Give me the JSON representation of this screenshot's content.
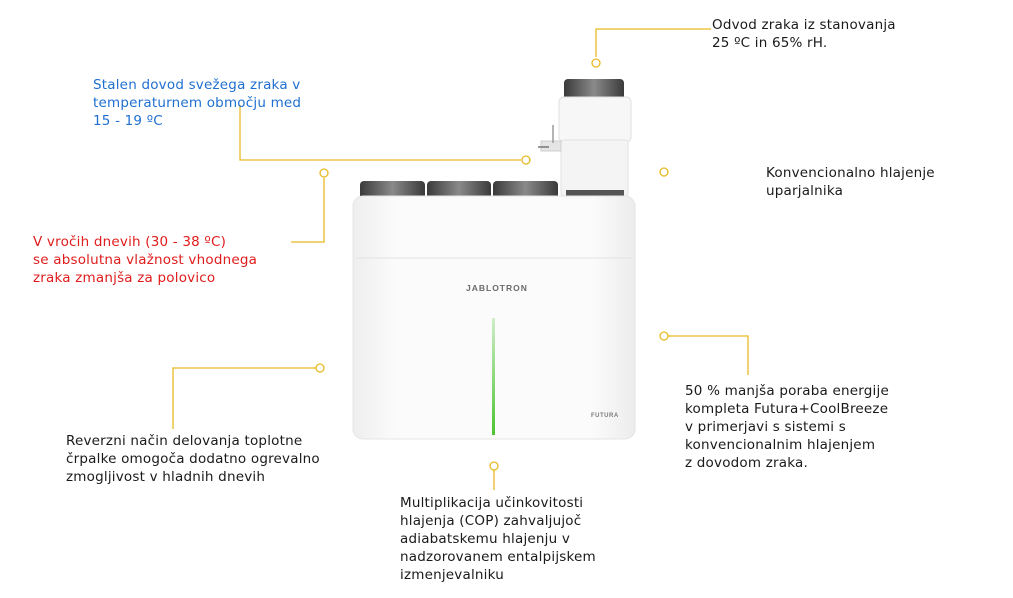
{
  "unit": {
    "brand": "JABLOTRON",
    "model": "FUTURA",
    "accent_color": "#4cc431",
    "callout_color": "#e8b923"
  },
  "callouts": {
    "exhaust": "Odvod zraka iz stanovanja\n25 ºC in 65% rH.",
    "fresh_air": "Stalen dovod svežega zraka v\ntemperaturnem območju med\n15 - 19 ºC",
    "hot_days": "V vročih dnevih (30 - 38 ºC)\nse absolutna vlažnost vhodnega\nzraka zmanjša za polovico",
    "conventional": "Konvencionalno hlajenje\nuparjalnika",
    "energy": "50 % manjša poraba energije\nkompleta Futura+CoolBreeze\nv primerjavi s sistemi s\nkonvencionalnim hlajenjem\nz dovodom zraka.",
    "reverse": "Reverzni način delovanja toplotne\nčrpalke omogoča dodatno ogrevalno\nzmogljivost v hladnih dnevih",
    "cop": "Multiplikacija učinkovitosti\nhlajenja (COP) zahvaljujoč\nadiabatskemu hlajenju v\nnadzorovanem entalpijskem\nizmenjevalniku"
  }
}
